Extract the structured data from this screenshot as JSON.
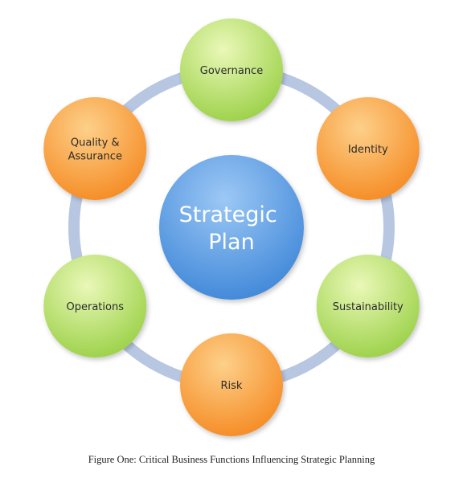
{
  "diagram": {
    "center": {
      "lines": [
        "Strategic",
        "Plan"
      ],
      "color_light": "#9cc8f5",
      "color_dark": "#3e86d8"
    },
    "ring_color": "#b7c7e2",
    "nodes": [
      {
        "lines": [
          "Governance"
        ],
        "color": "green"
      },
      {
        "lines": [
          "Identity"
        ],
        "color": "orange"
      },
      {
        "lines": [
          "Sustainability"
        ],
        "color": "green"
      },
      {
        "lines": [
          "Risk"
        ],
        "color": "orange"
      },
      {
        "lines": [
          "Operations"
        ],
        "color": "green"
      },
      {
        "lines": [
          "Quality &",
          "Assurance"
        ],
        "color": "orange"
      }
    ],
    "palette": {
      "green_light": "#eaf8b8",
      "green_dark": "#9ad046",
      "orange_light": "#fdd08a",
      "orange_dark": "#f58a22"
    }
  },
  "caption": "Figure One: Critical Business Functions Influencing Strategic Planning"
}
